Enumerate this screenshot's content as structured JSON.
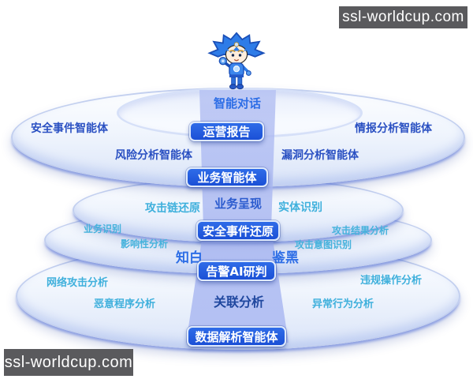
{
  "watermarks": {
    "top_right": "ssl-worldcup.com",
    "bottom_left": "ssl-worldcup.com"
  },
  "diagram": {
    "dialog_label": "智能对话",
    "buttons": [
      {
        "label": "运营报告"
      },
      {
        "label": "业务智能体"
      },
      {
        "label": "安全事件还原"
      },
      {
        "label": "告警AI研判"
      },
      {
        "label": "数据解析智能体"
      }
    ],
    "labels": [
      {
        "text": "安全事件智能体"
      },
      {
        "text": "情报分析智能体"
      },
      {
        "text": "风险分析智能体"
      },
      {
        "text": "漏洞分析智能体"
      },
      {
        "text": "攻击链还原"
      },
      {
        "text": "业务呈现"
      },
      {
        "text": "实体识别"
      },
      {
        "text": "业务识别"
      },
      {
        "text": "影响性分析"
      },
      {
        "text": "攻击结果分析"
      },
      {
        "text": "攻击意图识别"
      },
      {
        "text": "知白"
      },
      {
        "text": "鉴黑"
      },
      {
        "text": "网络攻击分析"
      },
      {
        "text": "恶意程序分析"
      },
      {
        "text": "关联分析"
      },
      {
        "text": "异常行为分析"
      },
      {
        "text": "违规操作分析"
      }
    ]
  },
  "colors": {
    "button_blue": "#1f55da",
    "dark_blue_text": "#2a50c2",
    "bright_blue_text": "#2e6ee6",
    "teal_text": "#3fb0dc",
    "navy_text": "#1f479e",
    "badge_background": "#5a5a5d",
    "band_lavender": "#aebcf1"
  }
}
